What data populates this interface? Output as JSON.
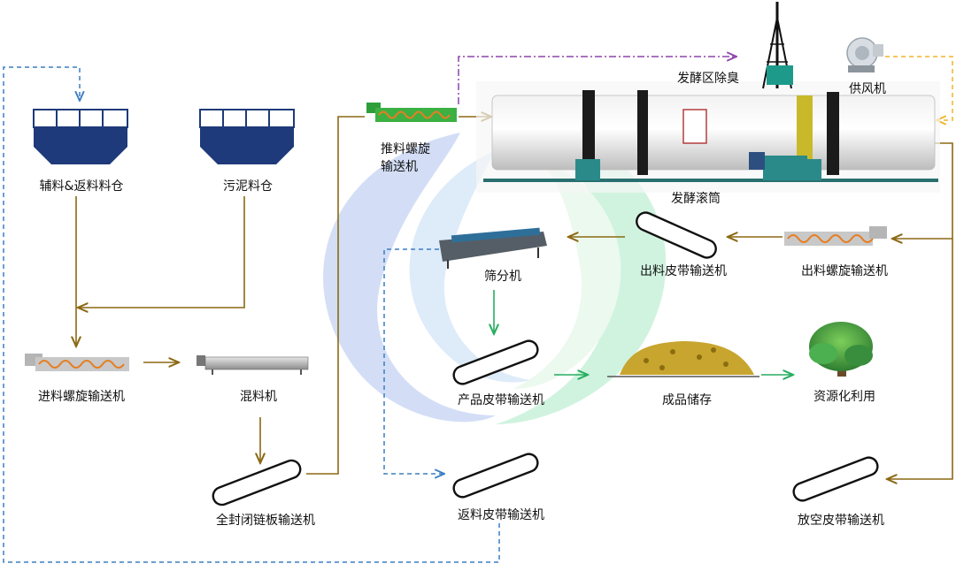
{
  "diagram": {
    "nodes": {
      "aux_bin": "辅料&返料料仓",
      "sludge_bin": "污泥料仓",
      "feed_screw": "进料螺旋输送机",
      "mixer": "混料机",
      "chain_conveyor": "全封闭链板输送机",
      "push_screw_line1": "推料螺旋",
      "push_screw_line2": "输送机",
      "drum": "发酵滚筒",
      "deodor": "发酵区除臭",
      "blower": "供风机",
      "out_screw": "出料螺旋输送机",
      "out_belt": "出料皮带输送机",
      "screen": "筛分机",
      "product_belt": "产品皮带输送机",
      "storage": "成品储存",
      "reuse": "资源化利用",
      "return_belt": "返料皮带输送机",
      "empty_belt": "放空皮带输送机"
    },
    "colors": {
      "material_flow": "#8b6914",
      "return_flow": "#3a7fc4",
      "air_flow": "#f0b429",
      "odor_flow": "#8e44ad",
      "product_flow": "#27ae60",
      "bin_blue": "#1f3a7a",
      "screw_orange": "#e67e22",
      "screw_gray": "#b5b5b5"
    }
  }
}
